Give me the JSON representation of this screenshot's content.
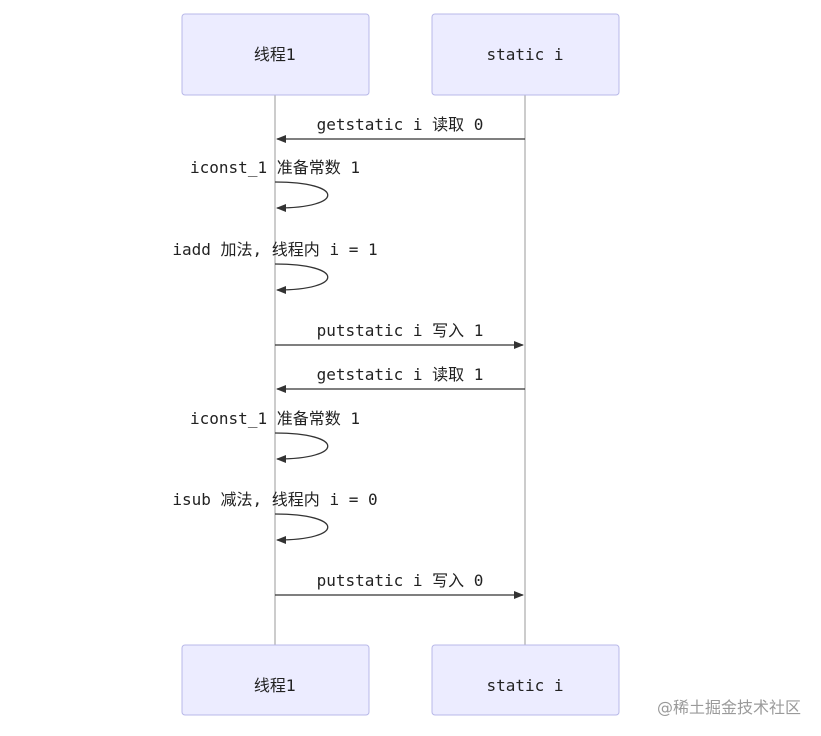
{
  "participants": {
    "thread": "线程1",
    "static": "static i"
  },
  "messages": [
    {
      "id": "m1",
      "text": "getstatic i 读取 0"
    },
    {
      "id": "m2",
      "text": "iconst_1 准备常数 1"
    },
    {
      "id": "m3",
      "text": "iadd 加法, 线程内 i = 1"
    },
    {
      "id": "m4",
      "text": "putstatic i 写入 1"
    },
    {
      "id": "m5",
      "text": "getstatic i 读取 1"
    },
    {
      "id": "m6",
      "text": "iconst_1 准备常数 1"
    },
    {
      "id": "m7",
      "text": "isub 减法, 线程内 i = 0"
    },
    {
      "id": "m8",
      "text": "putstatic i 写入 0"
    }
  ],
  "watermark": "@稀土掘金技术社区"
}
